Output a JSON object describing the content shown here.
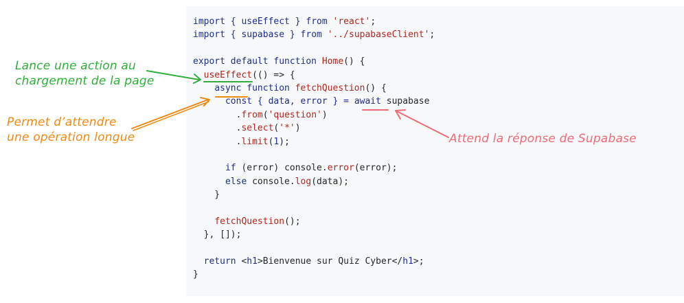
{
  "code_lines": [
    [
      {
        "t": "import { useEffect } ",
        "c": "kw"
      },
      {
        "t": "from ",
        "c": "kw"
      },
      {
        "t": "'react'",
        "c": "str"
      },
      {
        "t": ";",
        "c": "plain"
      }
    ],
    [
      {
        "t": "import { supabase } ",
        "c": "kw"
      },
      {
        "t": "from ",
        "c": "kw"
      },
      {
        "t": "'../supabaseClient'",
        "c": "str"
      },
      {
        "t": ";",
        "c": "plain"
      }
    ],
    [],
    [
      {
        "t": "export default function ",
        "c": "kw"
      },
      {
        "t": "Home",
        "c": "fn"
      },
      {
        "t": "() {",
        "c": "plain"
      }
    ],
    [
      {
        "t": "  ",
        "c": "plain"
      },
      {
        "t": "useEffect",
        "c": "fn"
      },
      {
        "t": "(() => {",
        "c": "plain"
      }
    ],
    [
      {
        "t": "    ",
        "c": "plain"
      },
      {
        "t": "async function ",
        "c": "kw"
      },
      {
        "t": "fetchQuestion",
        "c": "fn"
      },
      {
        "t": "() {",
        "c": "plain"
      }
    ],
    [
      {
        "t": "      const { data, error } = ",
        "c": "kw"
      },
      {
        "t": "await",
        "c": "kw"
      },
      {
        "t": " supabase",
        "c": "plain"
      }
    ],
    [
      {
        "t": "        .",
        "c": "plain"
      },
      {
        "t": "from",
        "c": "fn"
      },
      {
        "t": "(",
        "c": "plain"
      },
      {
        "t": "'question'",
        "c": "str"
      },
      {
        "t": ")",
        "c": "plain"
      }
    ],
    [
      {
        "t": "        .",
        "c": "plain"
      },
      {
        "t": "select",
        "c": "fn"
      },
      {
        "t": "(",
        "c": "plain"
      },
      {
        "t": "'*'",
        "c": "str"
      },
      {
        "t": ")",
        "c": "plain"
      }
    ],
    [
      {
        "t": "        .",
        "c": "plain"
      },
      {
        "t": "limit",
        "c": "fn"
      },
      {
        "t": "(",
        "c": "plain"
      },
      {
        "t": "1",
        "c": "kw"
      },
      {
        "t": ");",
        "c": "plain"
      }
    ],
    [],
    [
      {
        "t": "      if ",
        "c": "kw"
      },
      {
        "t": "(error) console.",
        "c": "plain"
      },
      {
        "t": "error",
        "c": "fn"
      },
      {
        "t": "(error);",
        "c": "plain"
      }
    ],
    [
      {
        "t": "      else ",
        "c": "kw"
      },
      {
        "t": "console.",
        "c": "plain"
      },
      {
        "t": "log",
        "c": "fn"
      },
      {
        "t": "(data);",
        "c": "plain"
      }
    ],
    [
      {
        "t": "    }",
        "c": "plain"
      }
    ],
    [],
    [
      {
        "t": "    ",
        "c": "plain"
      },
      {
        "t": "fetchQuestion",
        "c": "fn"
      },
      {
        "t": "();",
        "c": "plain"
      }
    ],
    [
      {
        "t": "  }, []);",
        "c": "plain"
      }
    ],
    [],
    [
      {
        "t": "  return ",
        "c": "kw"
      },
      {
        "t": "<",
        "c": "plain"
      },
      {
        "t": "h1",
        "c": "tag"
      },
      {
        "t": ">Bienvenue sur Quiz Cyber</",
        "c": "plain"
      },
      {
        "t": "h1",
        "c": "tag"
      },
      {
        "t": ">;",
        "c": "plain"
      }
    ],
    [
      {
        "t": "}",
        "c": "plain"
      }
    ]
  ],
  "annotations": {
    "use_effect": "Lance une action au\nchargement de la page",
    "async": "Permet d’attendre\nune opération longue",
    "await": "Attend la réponse de Supabase"
  },
  "colors": {
    "green": "#2fae3a",
    "orange": "#ee8a14",
    "pink": "#ef6b76",
    "keyword": "#1f2f8a",
    "string": "#b3261e"
  }
}
